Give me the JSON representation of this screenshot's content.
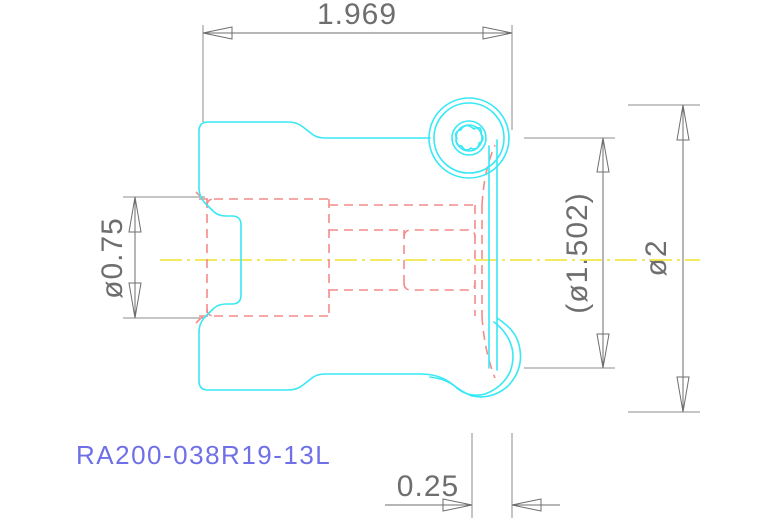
{
  "drawing": {
    "title": "Mechanical part orthographic section view",
    "part_label": "RA200-038R19-13L",
    "label_color": "#6f6fe8",
    "outline_color": "#39e8f5",
    "hidden_line_color": "#f58a8a",
    "center_line_color": "#f2e84a",
    "dimension_color": "#6e6e6e",
    "background_color": "#ffffff"
  },
  "dimensions": {
    "overall_width": {
      "value": "1.969",
      "name": "overall-width-dimension",
      "orientation": "horizontal",
      "position": "top"
    },
    "bore_diameter": {
      "value": "ø0.75",
      "name": "bore-diameter-dimension",
      "orientation": "vertical",
      "position": "left"
    },
    "reference_diameter": {
      "value": "(ø1.502)",
      "name": "reference-diameter-dimension",
      "orientation": "vertical",
      "position": "right-inner"
    },
    "outer_diameter": {
      "value": "ø2",
      "name": "outer-diameter-dimension",
      "orientation": "vertical",
      "position": "right-outer"
    },
    "edge_offset": {
      "value": "0.25",
      "name": "edge-offset-dimension",
      "orientation": "horizontal",
      "position": "bottom"
    }
  },
  "features": {
    "torx_socket": "torx-screw-head-icon",
    "lower_lobe": "rounded-lobe-feature",
    "left_notch": "stepped-notch-feature"
  }
}
